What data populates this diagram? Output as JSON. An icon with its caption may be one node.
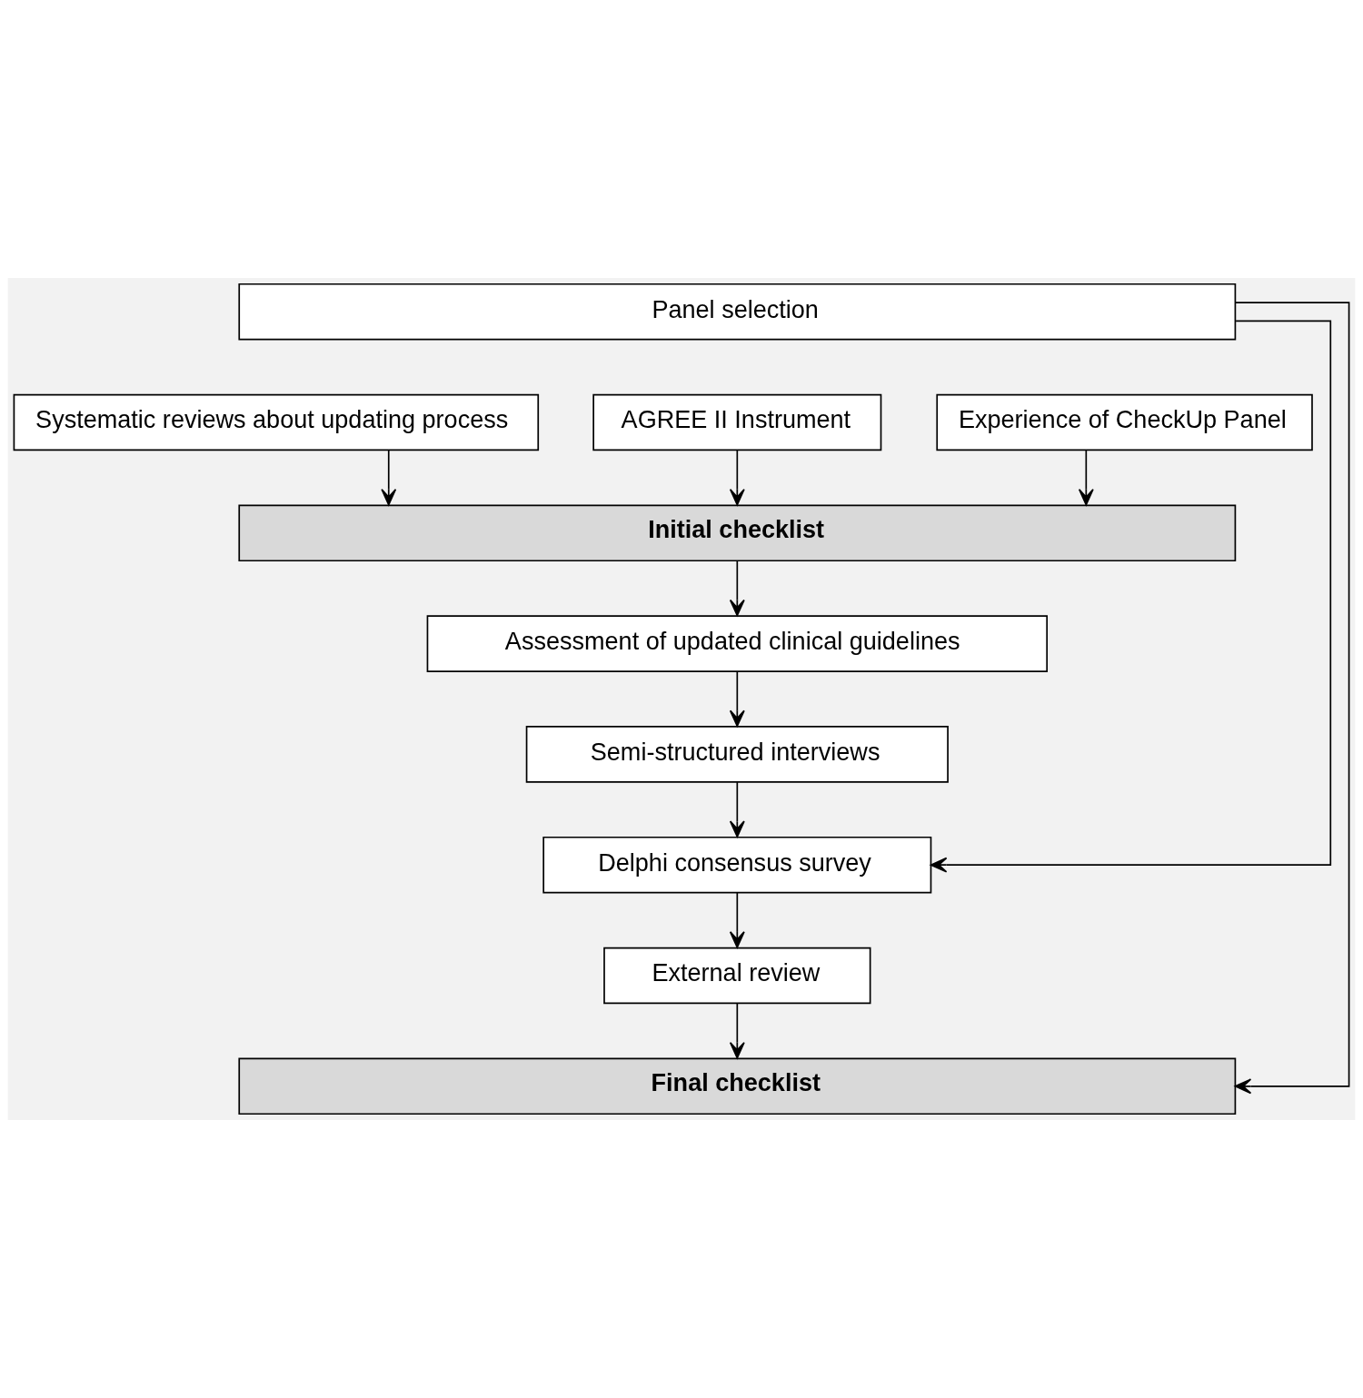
{
  "diagram": {
    "nodes": [
      {
        "text": [
          "Panel selection"
        ]
      },
      {
        "text": [
          "Systematic reviews about updating process"
        ]
      },
      {
        "text": [
          "AGREE II Instrument"
        ]
      },
      {
        "text": [
          "Experience of CheckUp Panel"
        ]
      },
      {
        "text": [
          "Initial checklist"
        ]
      },
      {
        "text": [
          "Assessment of updated clinical guidelines"
        ]
      },
      {
        "text": [
          "Semi-structured interviews"
        ]
      },
      {
        "text": [
          "Delphi consensus survey"
        ]
      },
      {
        "text": [
          "External review"
        ]
      },
      {
        "text": [
          "Final checklist"
        ]
      }
    ],
    "edges": [
      {
        "from": 1,
        "to": 4,
        "arrow": "to"
      },
      {
        "from": 2,
        "to": 4,
        "arrow": "to"
      },
      {
        "from": 3,
        "to": 4,
        "arrow": "to"
      },
      {
        "from": 4,
        "to": 5,
        "arrow": "to"
      },
      {
        "from": 5,
        "to": 6,
        "arrow": "to"
      },
      {
        "from": 6,
        "to": 7,
        "arrow": "to"
      },
      {
        "from": 0,
        "to": 7,
        "arrow": "to"
      },
      {
        "from": 7,
        "to": 8,
        "arrow": "to"
      },
      {
        "from": 8,
        "to": 9,
        "arrow": "to"
      },
      {
        "from": 0,
        "to": 9,
        "arrow": "to"
      }
    ]
  }
}
